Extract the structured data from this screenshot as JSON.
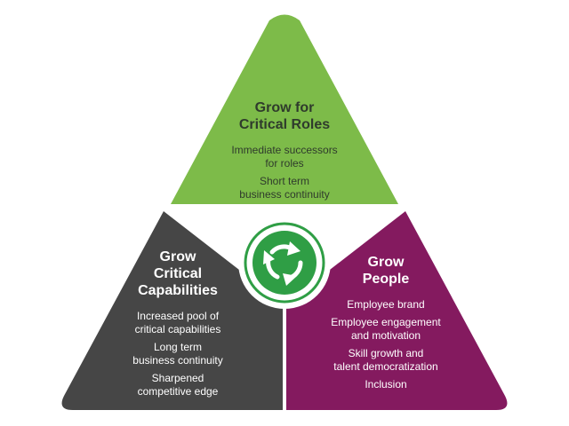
{
  "colors": {
    "top": "#7dbb49",
    "left": "#464646",
    "right": "#841a5f",
    "center": "#2f9e45",
    "center_ring": "#ffffff"
  },
  "center_icon": "refresh-cycle-icon",
  "segments": {
    "top": {
      "title": [
        "Grow for",
        "Critical Roles"
      ],
      "items": [
        [
          "Immediate successors",
          "for roles"
        ],
        [
          "Short term",
          "business continuity"
        ]
      ]
    },
    "left": {
      "title": [
        "Grow",
        "Critical",
        "Capabilities"
      ],
      "items": [
        [
          "Increased pool of",
          "critical capabilities"
        ],
        [
          "Long term",
          "business continuity"
        ],
        [
          "Sharpened",
          "competitive edge"
        ]
      ]
    },
    "right": {
      "title": [
        "Grow",
        "People"
      ],
      "items": [
        [
          "Employee brand"
        ],
        [
          "Employee engagement",
          "and motivation"
        ],
        [
          "Skill growth and",
          "talent democratization"
        ],
        [
          "Inclusion"
        ]
      ]
    }
  }
}
